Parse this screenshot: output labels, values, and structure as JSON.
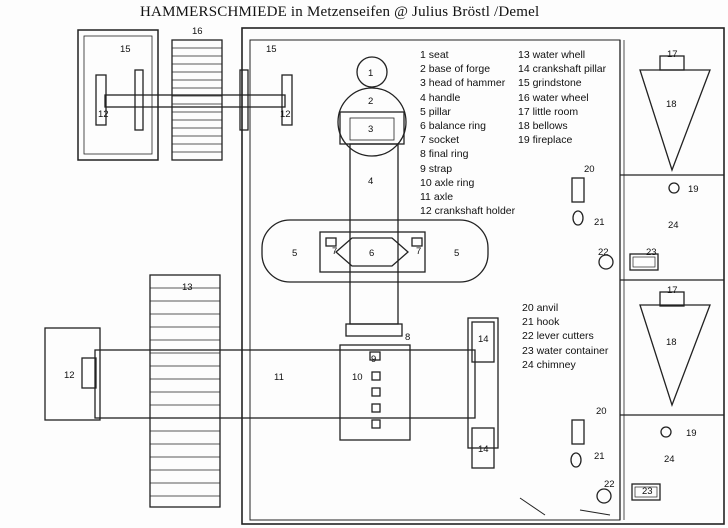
{
  "title": "HAMMERSCHMIEDE  in Metzenseifen  @  Julius Bröstl /Demel",
  "legend_a": [
    "1 seat",
    "2 base of forge",
    "3 head of hammer",
    "4 handle",
    "5 pillar",
    "6 balance ring",
    "7 socket",
    "8 final ring",
    "9 strap",
    "10 axle ring",
    "11 axle",
    "12 crankshaft holder"
  ],
  "legend_b": [
    "13 water whell",
    "14 crankshaft pillar",
    "15 grindstone",
    "16 water wheel",
    "17 little room",
    "18 bellows",
    "19 fireplace"
  ],
  "legend_c": [
    "20 anvil",
    "21 hook",
    "22 lever cutters",
    "23 water container",
    "24 chimney"
  ],
  "labels": {
    "n1": "1",
    "n2": "2",
    "n3": "3",
    "n4": "4",
    "n5a": "5",
    "n5b": "5",
    "n6": "6",
    "n7a": "7",
    "n7b": "7",
    "n8": "8",
    "n9": "9",
    "n10": "10",
    "n11": "11",
    "n12a": "12",
    "n12b": "12",
    "n12c": "12",
    "n13": "13",
    "n14a": "14",
    "n14b": "14",
    "n15a": "15",
    "n15b": "15",
    "n16": "16",
    "n17a": "17",
    "n17b": "17",
    "n18a": "18",
    "n18b": "18",
    "n19a": "19",
    "n19b": "19",
    "n20a": "20",
    "n20b": "20",
    "n21a": "21",
    "n21b": "21",
    "n22a": "22",
    "n22b": "22",
    "n23a": "23",
    "n23b": "23",
    "n24a": "24",
    "n24b": "24"
  }
}
